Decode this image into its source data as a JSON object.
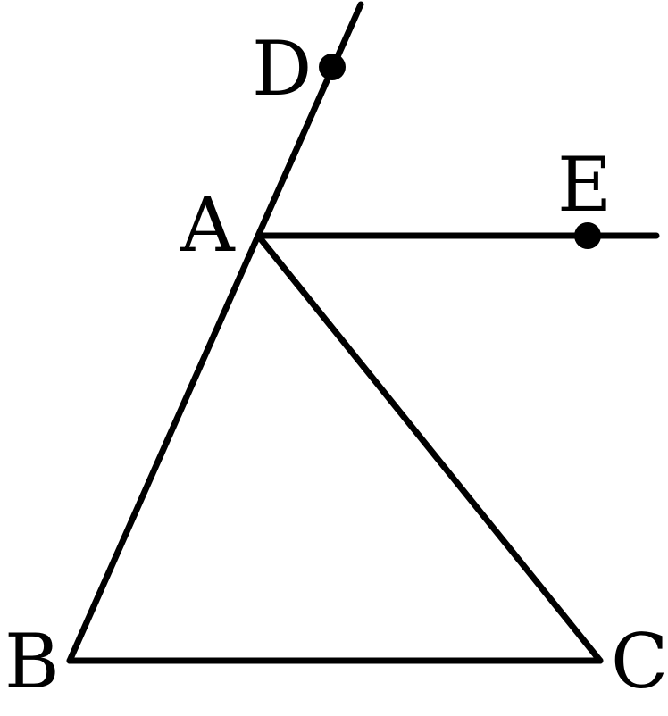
{
  "figure": {
    "labels": {
      "A": "A",
      "B": "B",
      "C": "C",
      "D": "D",
      "E": "E"
    },
    "segments": [
      "BC",
      "AB",
      "AC",
      "AE",
      "AD"
    ],
    "marked_points": [
      "D",
      "E"
    ],
    "ink_color": "#000000"
  }
}
